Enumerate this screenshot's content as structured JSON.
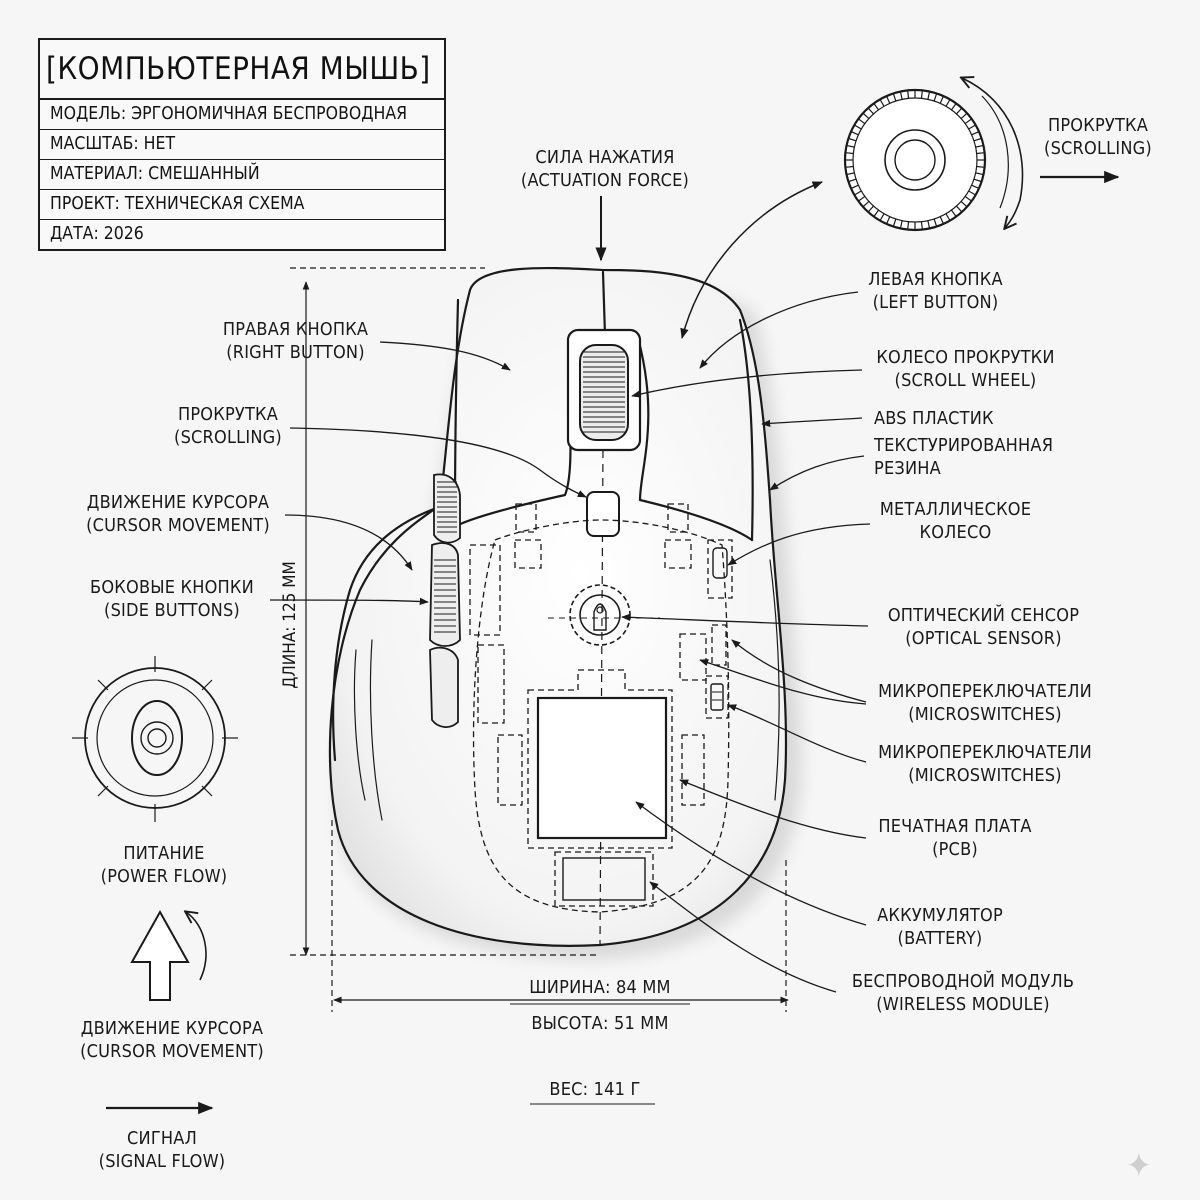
{
  "title_block": {
    "title": "[КОМПЬЮТЕРНАЯ МЫШЬ]",
    "rows": [
      "МОДЕЛЬ: ЭРГОНОМИЧНАЯ БЕСПРОВОДНАЯ",
      "МАСШТАБ: НЕТ",
      "МАТЕРИАЛ: СМЕШАННЫЙ",
      "ПРОЕКТ: ТЕХНИЧЕСКАЯ СХЕМА",
      "ДАТА: 2026"
    ]
  },
  "labels": {
    "actuation_force": [
      "СИЛА НАЖАТИЯ",
      "(ACTUATION FORCE)"
    ],
    "scrolling_top": [
      "ПРОКРУТКА",
      "(SCROLLING)"
    ],
    "left_button": [
      "ЛЕВАЯ КНОПКА",
      "(LEFT BUTTON)"
    ],
    "right_button": [
      "ПРАВАЯ КНОПКА",
      "(RIGHT BUTTON)"
    ],
    "scroll_wheel": [
      "КОЛЕСО ПРОКРУТКИ",
      "(SCROLL WHEEL)"
    ],
    "scrolling_left": [
      "ПРОКРУТКА",
      "(SCROLLING)"
    ],
    "abs_plastic": [
      "ABS ПЛАСТИК"
    ],
    "textured_rubber": [
      "ТЕКСТУРИРОВАННАЯ",
      "РЕЗИНА"
    ],
    "cursor_movement_1": [
      "ДВИЖЕНИЕ КУРСОРА",
      "(CURSOR MOVEMENT)"
    ],
    "metal_wheel": [
      "МЕТАЛЛИЧЕСКОЕ",
      "КОЛЕСО"
    ],
    "side_buttons": [
      "БОКОВЫЕ КНОПКИ",
      "(SIDE BUTTONS)"
    ],
    "optical_sensor": [
      "ОПТИЧЕСКИЙ СЕНСОР",
      "(OPTICAL SENSOR)"
    ],
    "microswitches_1": [
      "МИКРОПЕРЕКЛЮЧАТЕЛИ",
      "(MICROSWITCHES)"
    ],
    "microswitches_2": [
      "МИКРОПЕРЕКЛЮЧАТЕЛИ",
      "(MICROSWITCHES)"
    ],
    "pcb": [
      "ПЕЧАТНАЯ ПЛАТА",
      "(PCB)"
    ],
    "power_flow": [
      "ПИТАНИЕ",
      "(POWER FLOW)"
    ],
    "battery": [
      "АККУМУЛЯТОР",
      "(BATTERY)"
    ],
    "wireless_module": [
      "БЕСПРОВОДНОЙ МОДУЛЬ",
      "(WIRELESS MODULE)"
    ],
    "cursor_movement_2": [
      "ДВИЖЕНИЕ КУРСОРА",
      "(CURSOR MOVEMENT)"
    ],
    "signal_flow": [
      "СИГНАЛ",
      "(SIGNAL FLOW)"
    ]
  },
  "dimensions": {
    "length": "ДЛИНА: 125 ММ",
    "width": "ШИРИНА: 84 ММ",
    "height": "ВЫСОТА: 51 ММ",
    "weight": "ВЕС: 141 Г"
  }
}
